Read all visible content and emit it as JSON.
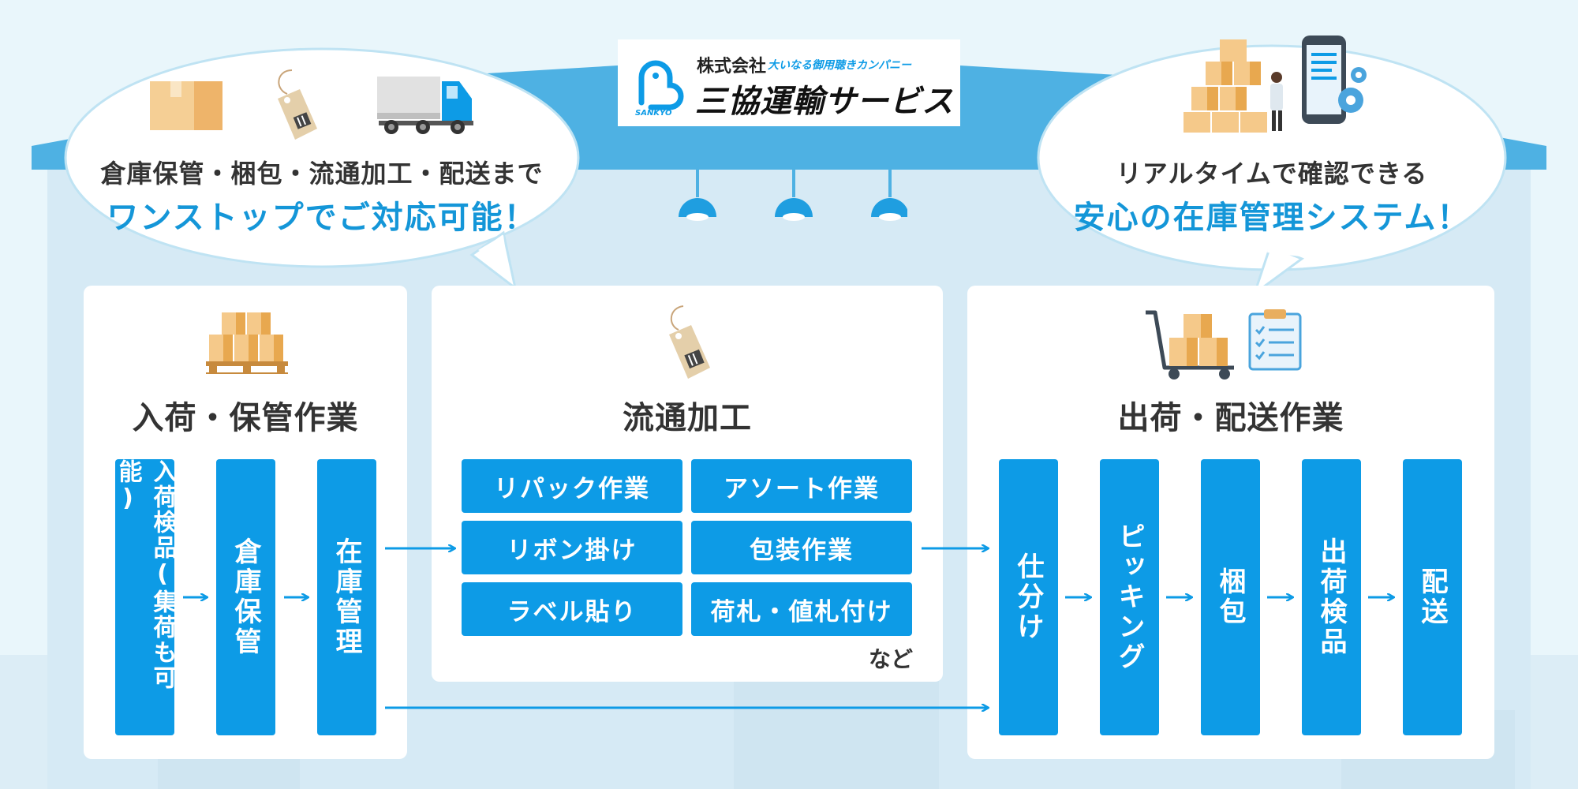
{
  "logo": {
    "company_prefix": "株式会社",
    "tagline": "大いなる御用聴きカンパニー",
    "company_name": "三協運輸サービス",
    "mark_text": "SANKYO"
  },
  "left_bubble": {
    "line1": "倉庫保管・梱包・流通加工・配送まで",
    "line2": "ワンストップでご対応可能！"
  },
  "right_bubble": {
    "line1": "リアルタイムで確認できる",
    "line2": "安心の在庫管理システム！"
  },
  "sections": {
    "receiving": {
      "title": "入荷・保管作業",
      "steps": [
        "入荷検品(集荷も可能)",
        "倉庫保管",
        "在庫管理"
      ]
    },
    "processing": {
      "title": "流通加工",
      "items": [
        "リパック作業",
        "アソート作業",
        "リボン掛け",
        "包装作業",
        "ラベル貼り",
        "荷札・値札付け"
      ],
      "note": "など"
    },
    "shipping": {
      "title": "出荷・配送作業",
      "steps": [
        "仕分け",
        "ピッキング",
        "梱包",
        "出荷検品",
        "配送"
      ]
    }
  },
  "colors": {
    "accent": "#0d9be6",
    "roof": "#4eb1e3",
    "text": "#333333",
    "highlight_text": "#1496d8",
    "box_tan": "#f2c98a",
    "box_dark": "#e8ae5f"
  },
  "icons": [
    "box-icon",
    "price-tag-icon",
    "delivery-truck-icon",
    "warehouse-boxes-worker-icon",
    "smartphone-gear-icon",
    "pallet-boxes-icon",
    "tag-icon",
    "hand-cart-icon",
    "checklist-clipboard-icon"
  ]
}
